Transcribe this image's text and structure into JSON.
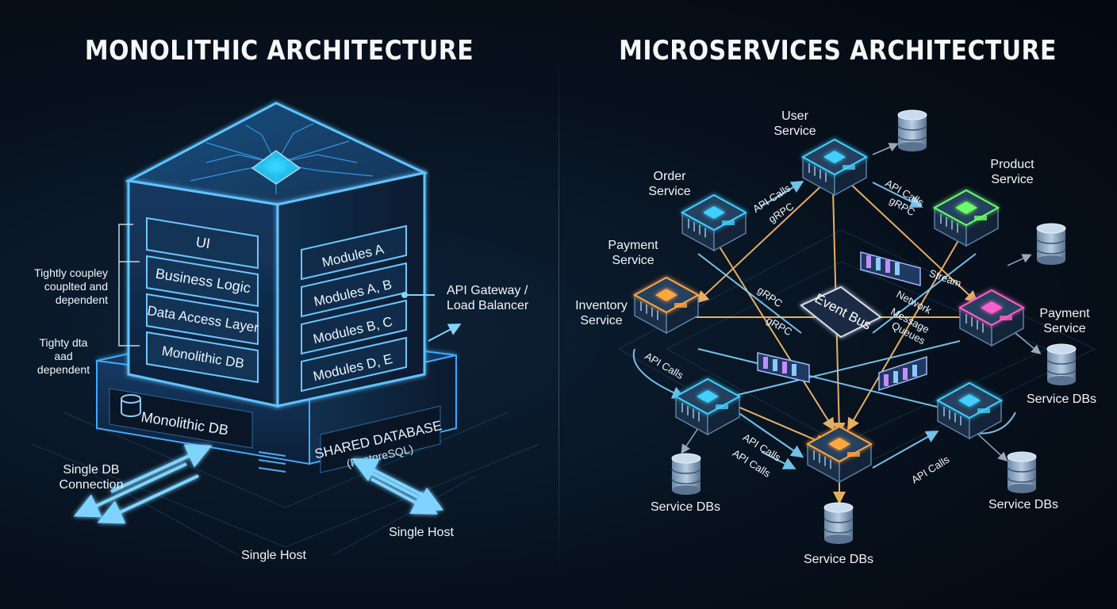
{
  "titles": {
    "left": "MONOLITHIC ARCHITECTURE",
    "right": "MICROSERVICES ARCHITECTURE"
  },
  "monolith": {
    "front_layers": [
      "UI",
      "Business Logic",
      "Data Access Layer",
      "Monolithic DB"
    ],
    "side_modules": [
      "Modules A",
      "Modules A, B",
      "Modules B, C",
      "Modules D, E"
    ],
    "base_front_label": "Monolithic DB",
    "base_side_label_1": "SHARED DATABASE",
    "base_side_label_2": "(PostgreSQL)",
    "annotation_1": [
      "Tightly coupley",
      "couplted and",
      "dependent"
    ],
    "annotation_2": [
      "Tighty dta",
      "aad",
      "dependent"
    ],
    "api_gateway": [
      "API Gateway /",
      "Load Balancer"
    ],
    "single_db_connection": [
      "Single DB",
      "Connection"
    ],
    "single_host_left": "Single Host",
    "single_host_right": "Single Host"
  },
  "microservices": {
    "labels": {
      "user": [
        "User",
        "Service"
      ],
      "order": [
        "Order",
        "Service"
      ],
      "product": [
        "Product",
        "Service"
      ],
      "payment_left": [
        "Payment",
        "Service"
      ],
      "inventory": [
        "Inventory",
        "Service"
      ],
      "payment_right": [
        "Payment",
        "Service"
      ],
      "db_right": "Service DBs",
      "db_bottom_left": "Service DBs",
      "db_bottom_center": "Service DBs",
      "db_bottom_right": "Service DBs"
    },
    "edge_labels": {
      "api_calls_1": "API Calls",
      "grpc_1": "gRPC",
      "api_calls_2": "API Calls",
      "grpc_2": "gRPC",
      "event_bus": "Event Bus",
      "grpc_3": "gRPC",
      "grpc_4": "gRPC",
      "network": "Network",
      "message_queues_1": "Message",
      "message_queues_2": "Queues",
      "stream": "Stream",
      "api_calls_3": "API Calls",
      "api_calls_4": "API Calls",
      "api_calls_5": "API Calls",
      "api_calls_6": "API Calls"
    }
  },
  "colors": {
    "cube_glow": "#3fa9ff",
    "node_blue": "#3fd0ff",
    "node_green": "#6dff6a",
    "node_orange": "#ffa640",
    "node_pink": "#ff5ec8",
    "edge_warm": "#ffc06a",
    "edge_cool": "#7fd4ff"
  }
}
